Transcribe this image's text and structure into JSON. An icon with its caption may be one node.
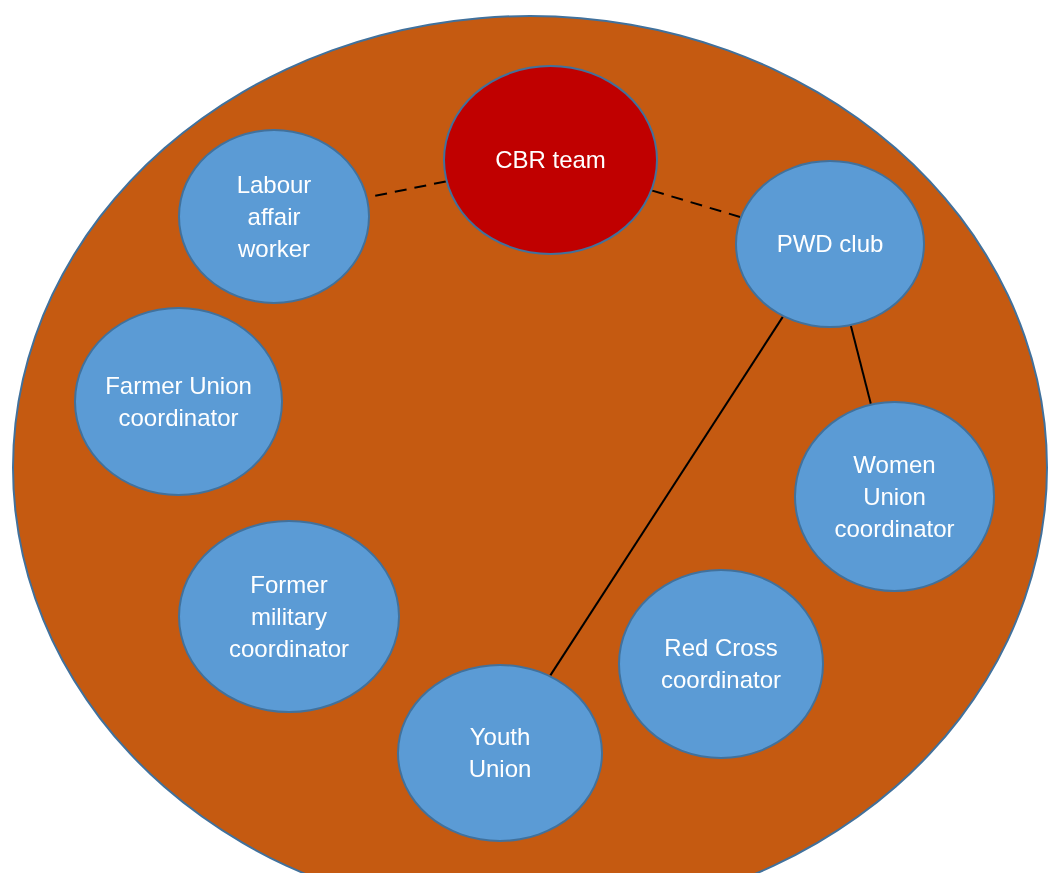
{
  "diagram": {
    "nodes": [
      {
        "text": [],
        "shape": "circle"
      },
      {
        "text": [
          "CBR team"
        ],
        "in": 0
      },
      {
        "text": [
          "Labour affair worker"
        ],
        "in": 0
      },
      {
        "text": [
          "PWD club"
        ],
        "in": 0
      },
      {
        "text": [
          "Farmer Union coordinator"
        ],
        "in": 0
      },
      {
        "text": [
          "Women Union coordinator"
        ],
        "in": 0
      },
      {
        "text": [
          "Former military coordinator"
        ],
        "in": 0
      },
      {
        "text": [
          "Red Cross coordinator"
        ],
        "in": 0
      },
      {
        "text": [
          "Youth Union"
        ],
        "in": 0
      }
    ],
    "edges": [
      {
        "from": 1,
        "to": 2,
        "arrow": "none",
        "style": "dashed"
      },
      {
        "from": 1,
        "to": 3,
        "arrow": "none",
        "style": "dashed"
      },
      {
        "from": 3,
        "to": 8,
        "arrow": "none"
      },
      {
        "from": 3,
        "to": 5,
        "arrow": "none"
      }
    ]
  }
}
